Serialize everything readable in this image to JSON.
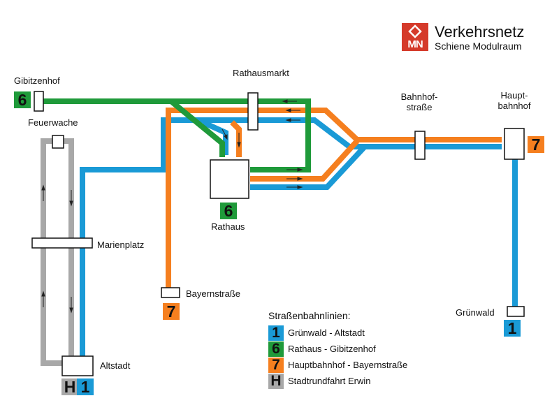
{
  "header": {
    "logo_text": "MN",
    "title": "Verkehrsnetz",
    "subtitle": "Schiene Modulraum"
  },
  "colors": {
    "line_1": "#1a9ad6",
    "line_6": "#1f9a3a",
    "line_7": "#f57f1f",
    "line_H": "#a8a8a8",
    "logo": "#d53a2a"
  },
  "stations": {
    "gibitzenhof": "Gibitzenhof",
    "feuerwache": "Feuerwache",
    "rathausmarkt": "Rathausmarkt",
    "bahnhofstrasse": "Bahnhof-\nstraße",
    "hauptbahnhof": "Haupt-\nbahnhof",
    "marienplatz": "Marienplatz",
    "rathaus": "Rathaus",
    "bayernstrasse": "Bayernstraße",
    "gruenwald": "Grünwald",
    "altstadt": "Altstadt"
  },
  "badges": {
    "gibitzenhof": "6",
    "rathaus": "6",
    "hauptbahnhof": "7",
    "bayernstrasse": "7",
    "gruenwald": "1",
    "altstadt_h": "H",
    "altstadt_1": "1"
  },
  "legend": {
    "title": "Straßenbahnlinien:",
    "items": [
      {
        "num": "1",
        "label": "Grünwald - Altstadt",
        "color": "#1a9ad6"
      },
      {
        "num": "6",
        "label": "Rathaus - Gibitzenhof",
        "color": "#1f9a3a"
      },
      {
        "num": "7",
        "label": "Hauptbahnhof - Bayernstraße",
        "color": "#f57f1f"
      },
      {
        "num": "H",
        "label": "Stadtrundfahrt Erwin",
        "color": "#a8a8a8"
      }
    ]
  }
}
